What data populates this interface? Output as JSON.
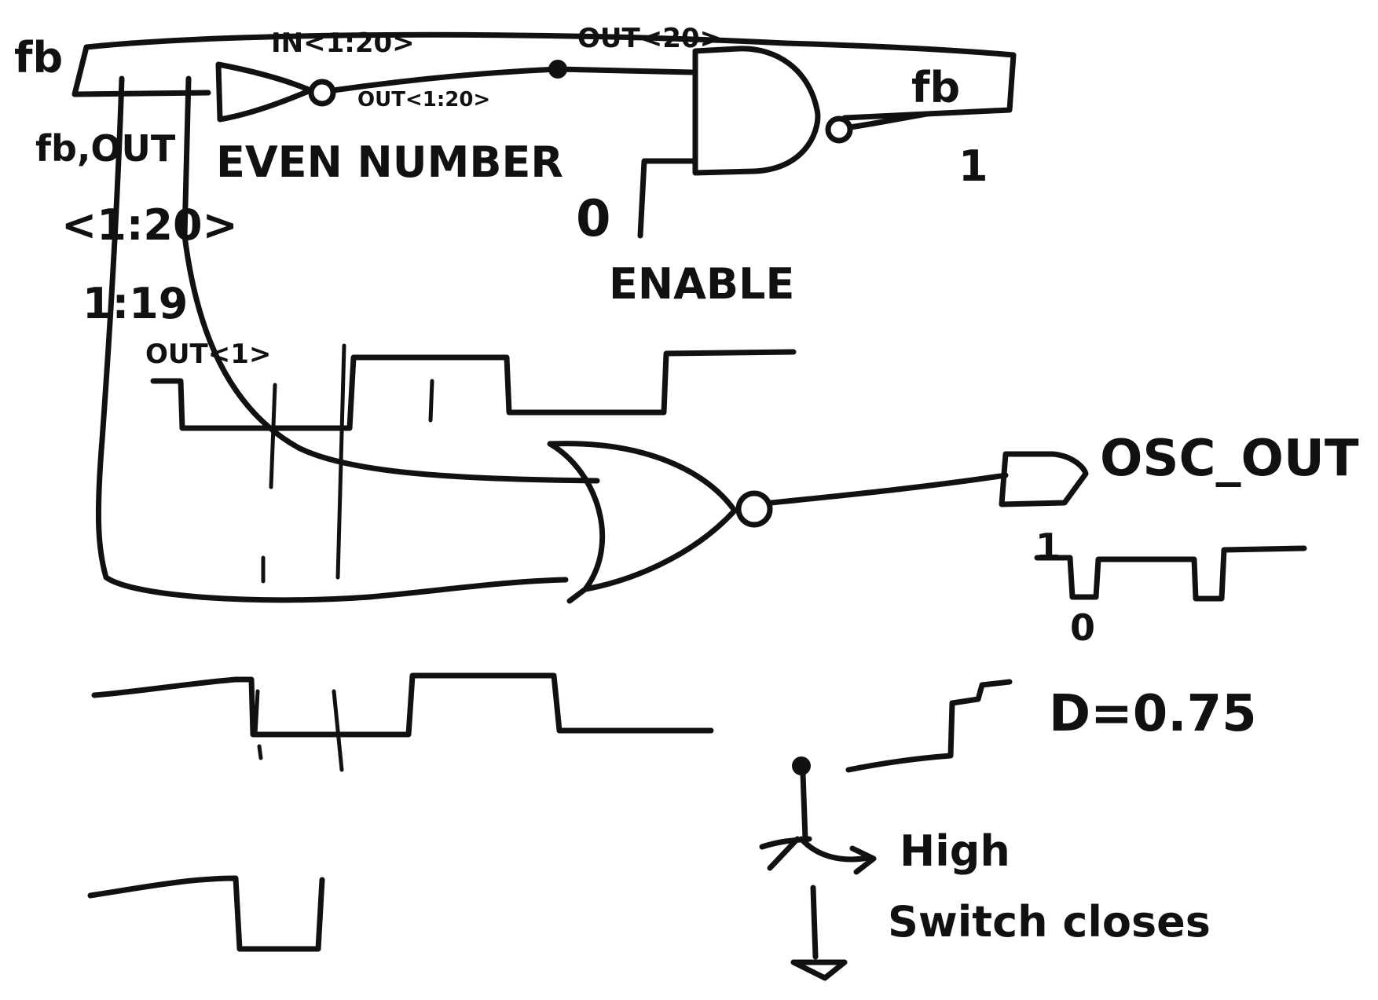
{
  "diagram": {
    "labels": {
      "fb_left": "fb",
      "fb_out": "fb,OUT",
      "in_bus": "IN<1:20>",
      "out_bus": "OUT<20>",
      "out_bus_2": "OUT<1:20>",
      "even_number": "EVEN NUMBER",
      "fb_right": "fb",
      "one_top": "1",
      "zero_enable": "0",
      "enable": "ENABLE",
      "bus_bracket": "<1:20>",
      "index_range": "1:19",
      "out_1": "OUT<1>",
      "osc_out": "OSC_OUT",
      "one_wave": "1",
      "zero_wave": "0",
      "duty": "D=0.75",
      "high": "High",
      "switch_closes": "Switch closes"
    }
  }
}
